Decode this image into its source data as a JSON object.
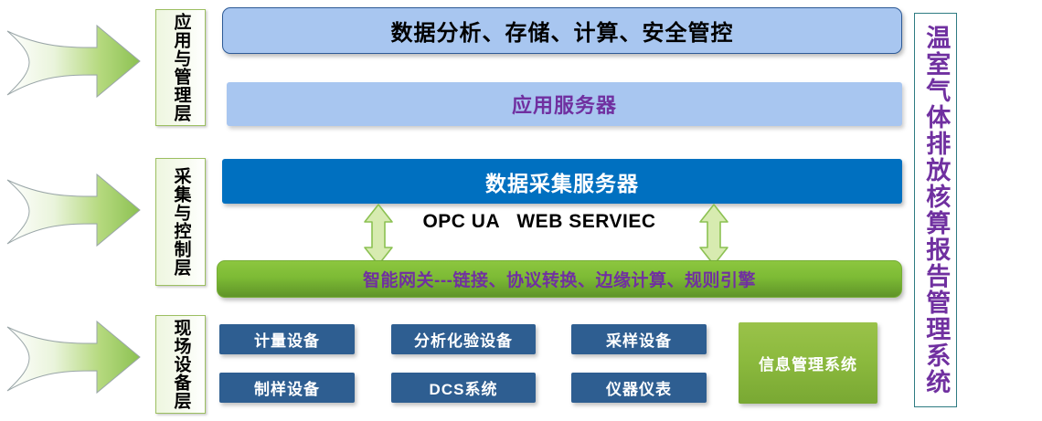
{
  "diagram": {
    "title_banner": {
      "text": "温室气体排放核算报告管理系统",
      "color": "#7030a0",
      "border_color": "#2e7b82"
    },
    "layers": [
      {
        "label": "应用与管理层",
        "name": "application-management-layer"
      },
      {
        "label": "采集与控制层",
        "name": "collection-control-layer"
      },
      {
        "label": "现场设备层",
        "name": "field-device-layer"
      }
    ],
    "flow_arrows": [
      {
        "name": "flow-arrow-top",
        "direction": "right",
        "color": "#8cc152"
      },
      {
        "name": "flow-arrow-middle",
        "direction": "right",
        "color": "#8cc152"
      },
      {
        "name": "flow-arrow-bottom",
        "direction": "right",
        "color": "#8cc152"
      }
    ],
    "application_layer": {
      "analytics_box": {
        "label": "数据分析、存储、计算、安全管控",
        "fill": "#a8c6f0",
        "border": "#2d5a96",
        "text_color": "#000000"
      },
      "server_box": {
        "label": "应用服务器",
        "fill": "#a8c6f0",
        "text_color": "#7030a0"
      }
    },
    "collection_layer": {
      "collect_server_box": {
        "label": "数据采集服务器",
        "fill": "#0070c0",
        "text_color": "#ffffff"
      },
      "protocol_label": "OPC UA   WEB SERVIEC",
      "protocol_color": "#000000",
      "bidirectional_arrows": [
        {
          "name": "bidirectional-arrow-left",
          "fill": "#d7ebb0",
          "stroke": "#8cc152"
        },
        {
          "name": "bidirectional-arrow-right",
          "fill": "#d7ebb0",
          "stroke": "#8cc152"
        }
      ],
      "gateway_box": {
        "label": "智能网关---链接、协议转换、边缘计算、规则引擎",
        "fill_top": "#8cc63f",
        "fill_bottom": "#5f9428",
        "text_color": "#7030a0"
      }
    },
    "field_layer": {
      "devices": [
        {
          "label": "计量设备",
          "name": "device-metering"
        },
        {
          "label": "分析化验设备",
          "name": "device-analysis-lab"
        },
        {
          "label": "采样设备",
          "name": "device-sampling"
        },
        {
          "label": "制样设备",
          "name": "device-sample-prep"
        },
        {
          "label": "DCS系统",
          "name": "device-dcs-system"
        },
        {
          "label": "仪器仪表",
          "name": "device-instrumentation"
        }
      ],
      "device_fill": "#2e5e91",
      "device_text_color": "#ffffff",
      "mis_box": {
        "label": "信息管理系统",
        "fill": "#8cba3e",
        "text_color": "#ffffff"
      }
    }
  }
}
